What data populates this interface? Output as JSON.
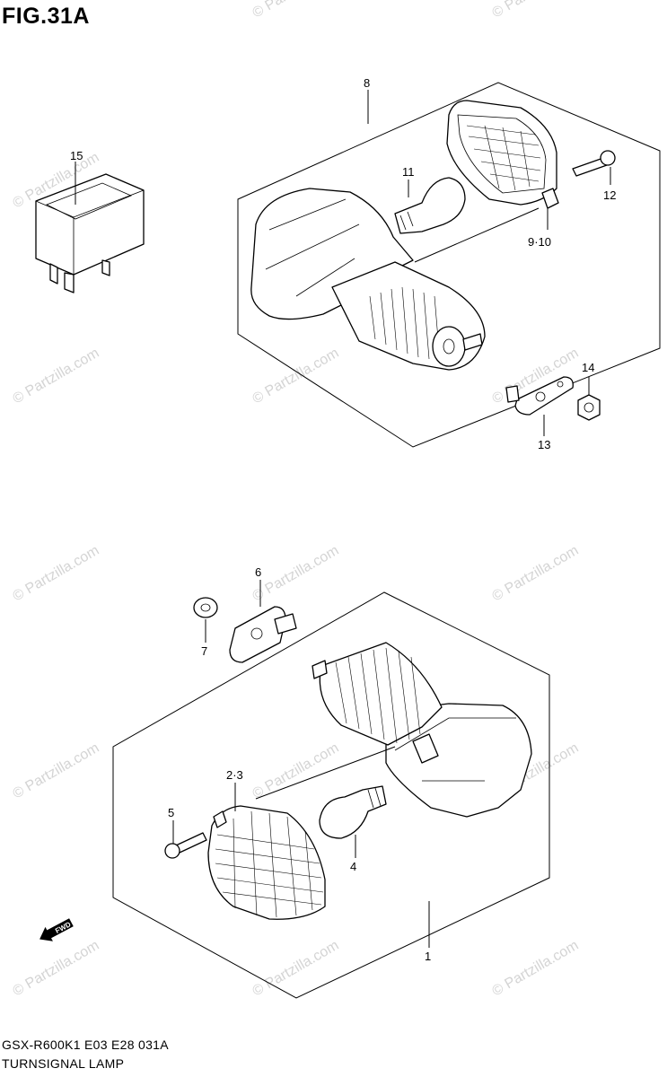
{
  "figure": {
    "title": "FIG.31A"
  },
  "footer": {
    "model_code": "GSX-R600K1 E03 E28  031A",
    "section_name": "TURNSIGNAL LAMP"
  },
  "watermark": {
    "text": "© Partzilla.com"
  },
  "callouts": {
    "p1": "1",
    "p2_3": "2·3",
    "p4": "4",
    "p5": "5",
    "p6": "6",
    "p7": "7",
    "p8": "8",
    "p9_10": "9·10",
    "p11": "11",
    "p12": "12",
    "p13": "13",
    "p14": "14",
    "p15": "15"
  },
  "direction_badge": {
    "text": "FWD"
  }
}
